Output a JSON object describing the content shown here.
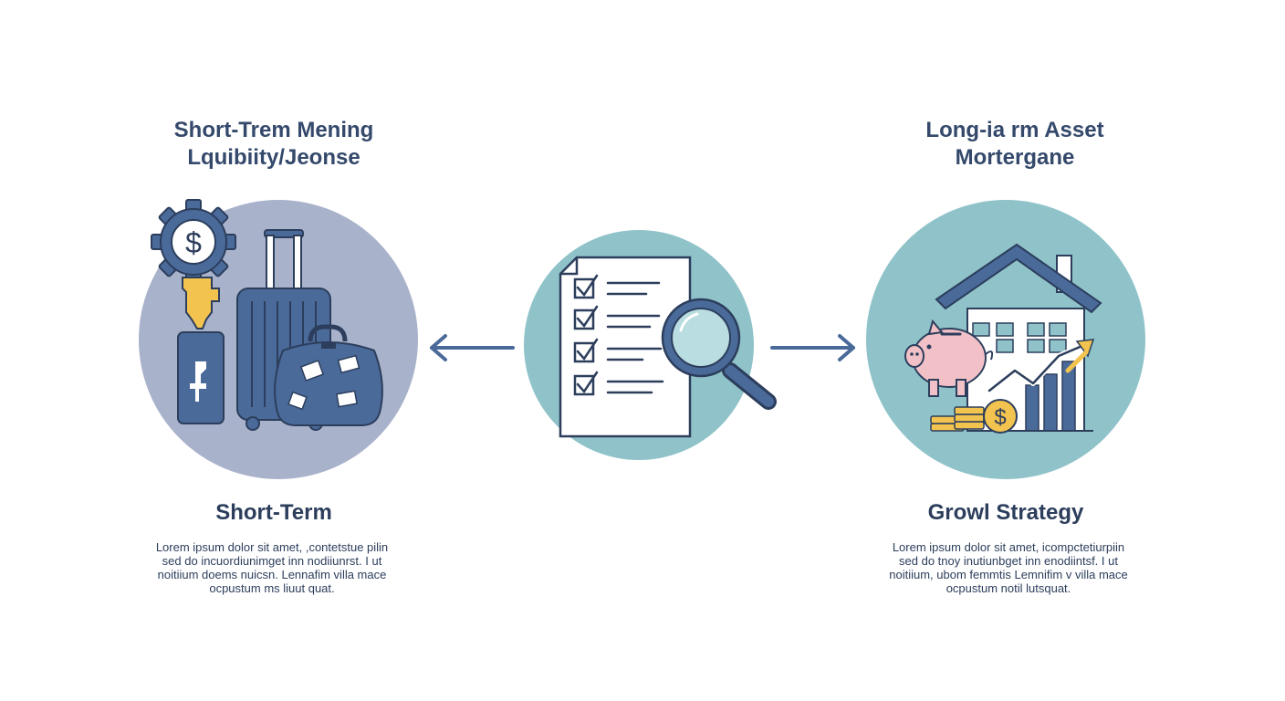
{
  "left": {
    "heading": [
      "Short-Trem Mening",
      "Lquibiity/Jeonse"
    ],
    "subheading": "Short-Term",
    "body": [
      "Lorem ipsum dolor sit amet, ,contetstue pilin",
      "sed  do  incuordiunimget inn nodiiunrst. I ut",
      "noitiium doems nuicsn. Lennafim villa mace",
      "ocpustum ms liuut quat."
    ],
    "circle_color": "#a9b2cb"
  },
  "center": {
    "circle_color": "#8fc3c9"
  },
  "right": {
    "heading": [
      "Long-ia rm Asset",
      "Mortergane"
    ],
    "subheading": "Growl Strategy",
    "body": [
      "Lorem ipsum dolor sit amet, icompctetiurpiin",
      "sed  do  tnoy inutiunbget inn enodiintsf. I ut",
      "noitiium, ubom femmtis Lemnifim v villa mace",
      "ocpustum notil lutsquat."
    ],
    "circle_color": "#8fc3c9"
  },
  "colors": {
    "navy": "#4a6a9a",
    "dark_outline": "#2c3e5c",
    "gold": "#f2c34e",
    "pink": "#f2c1c8",
    "arrow": "#4a6a9a"
  },
  "icons": {
    "left": [
      "dollar-gear-icon",
      "key-icon",
      "suitcase-icon",
      "bag-icon"
    ],
    "center": [
      "checklist-document-icon",
      "magnifier-icon"
    ],
    "right": [
      "house-icon",
      "piggy-bank-icon",
      "coins-icon",
      "growth-chart-icon"
    ],
    "arrows": [
      "arrow-left-icon",
      "arrow-right-icon"
    ]
  }
}
